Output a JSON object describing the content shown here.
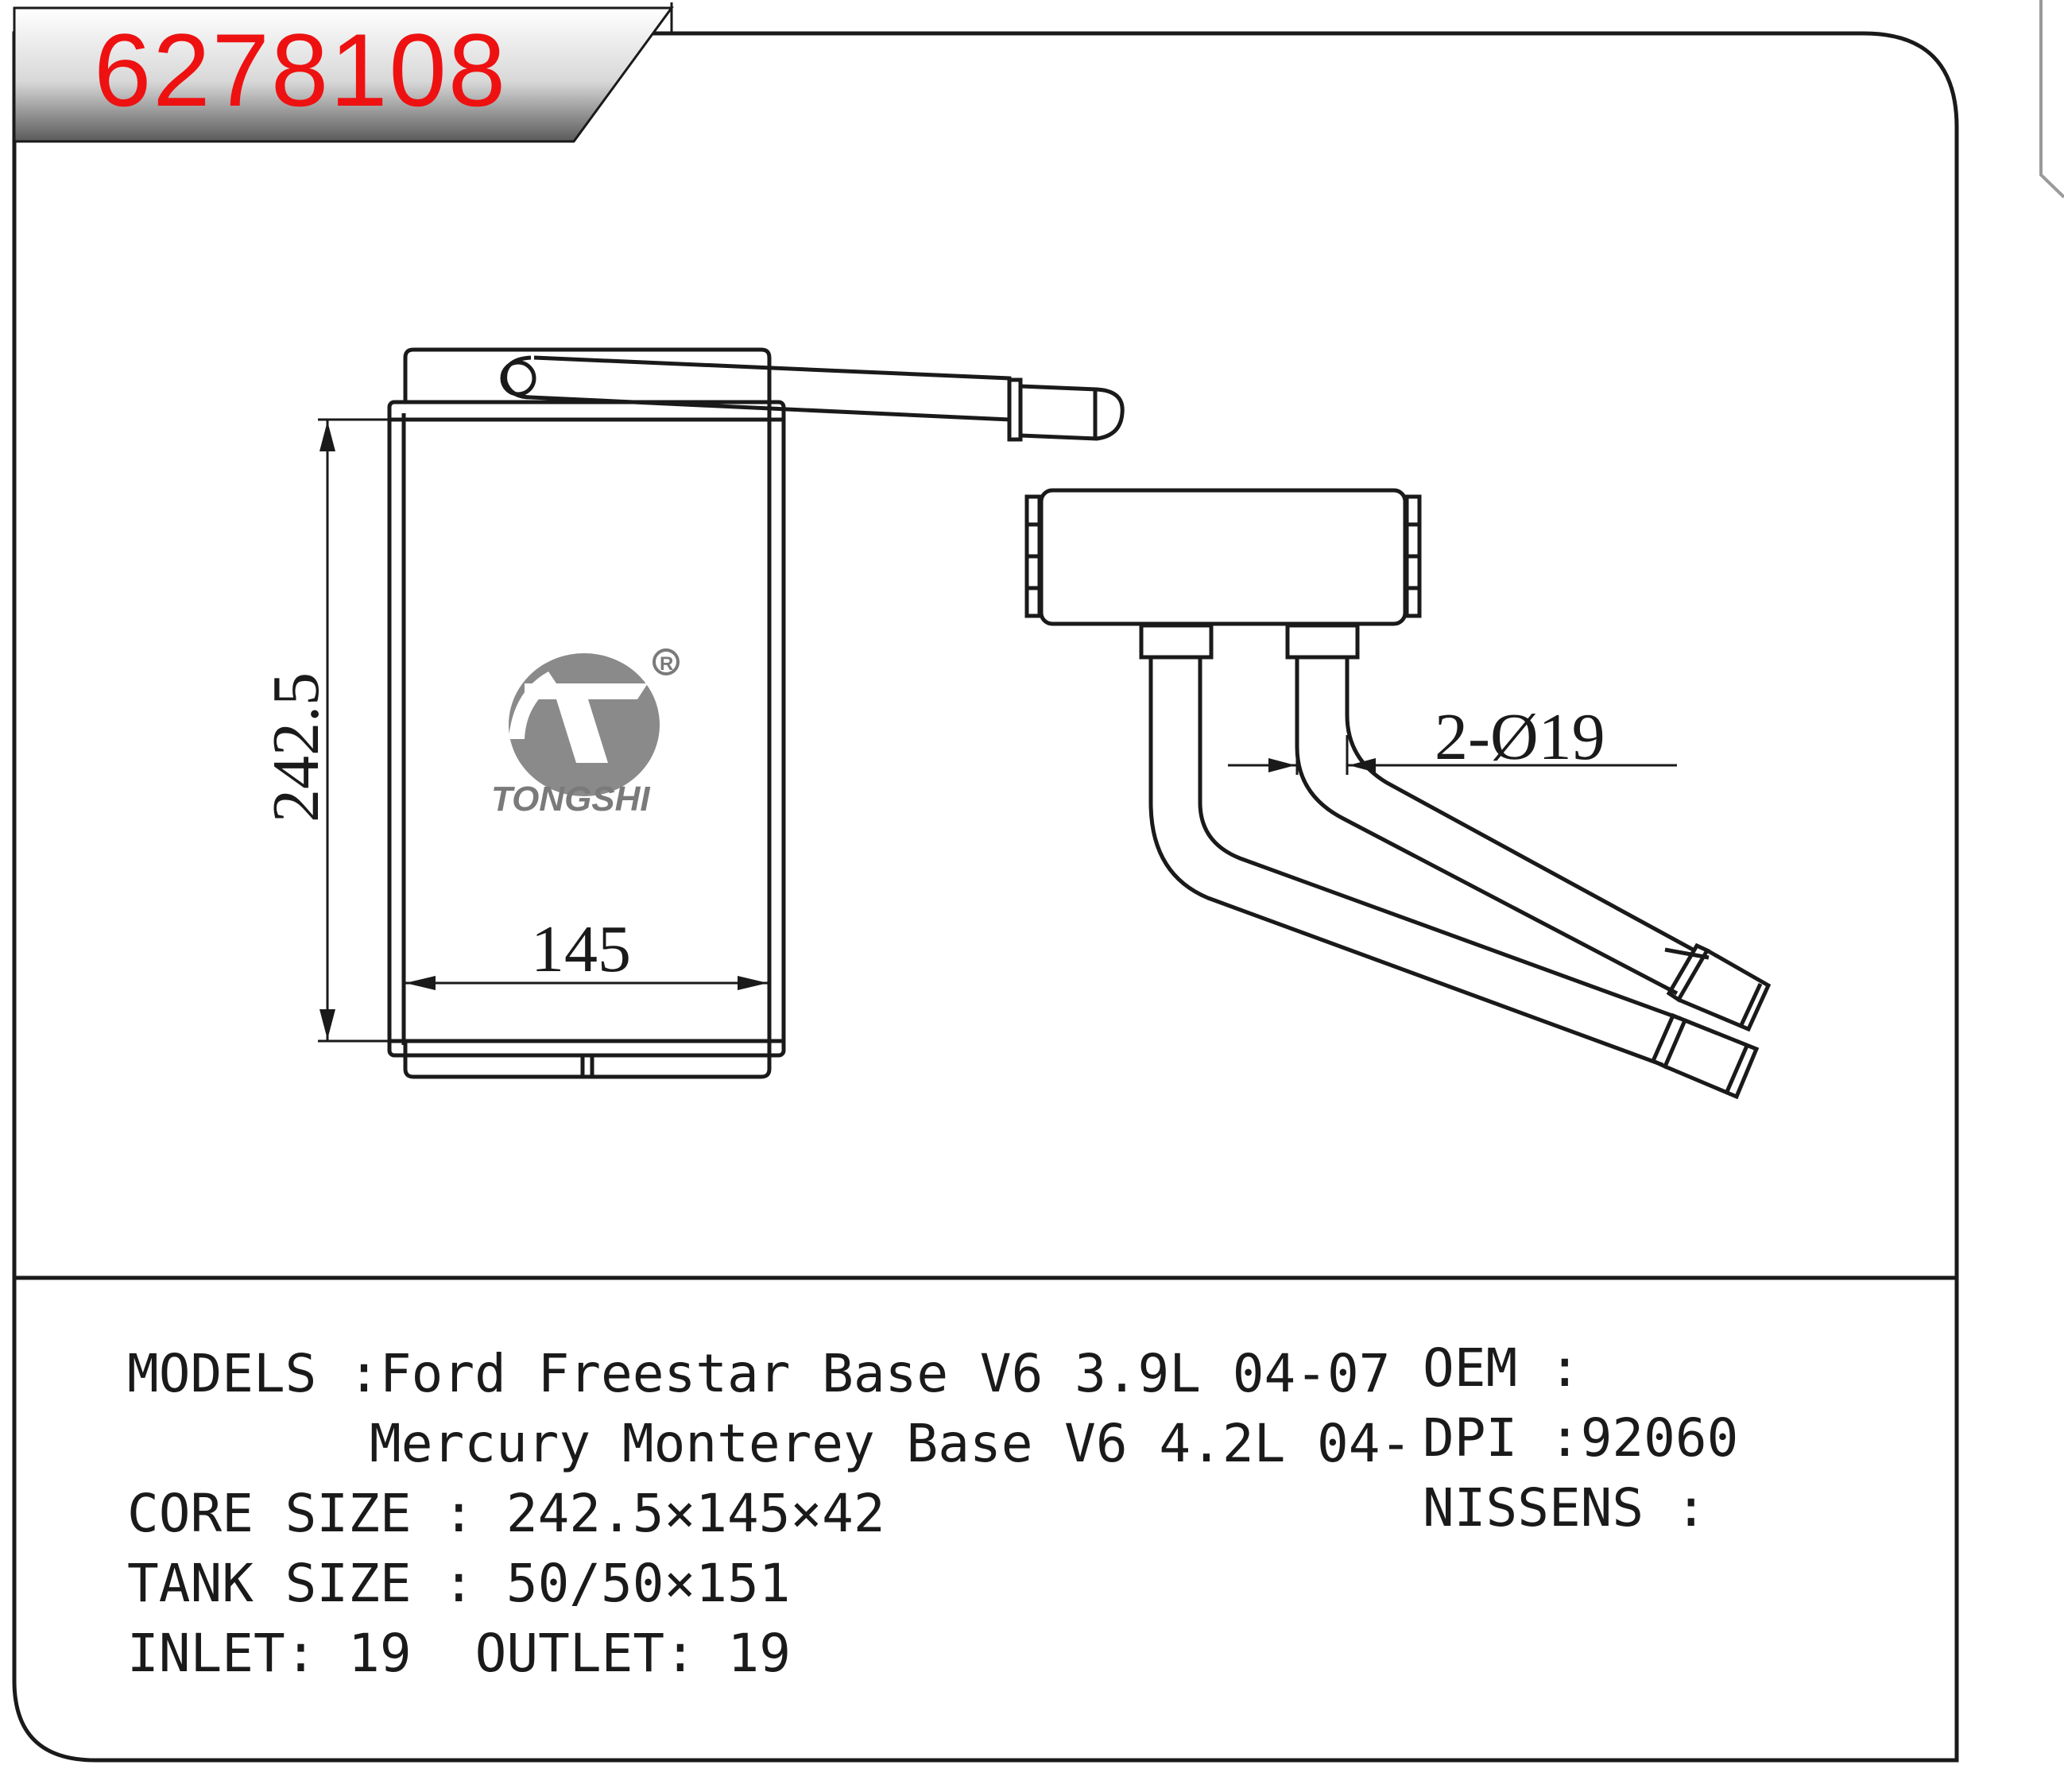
{
  "part_number": "6278108",
  "logo": {
    "brand": "TONGSHI",
    "registered_mark": "®"
  },
  "dimensions": {
    "height": "242.5",
    "width": "145",
    "pipe": "2-Ø19"
  },
  "specs": {
    "models_label": "MODELS :",
    "models_line1": "Ford Freestar Base V6 3.9L 04-07",
    "models_line2": "Mercury Monterey Base V6 4.2L 04-",
    "core_size_label": "CORE SIZE : ",
    "core_size_value": "242.5×145×42",
    "tank_size_label": "TANK SIZE : ",
    "tank_size_value": "50/50×151",
    "inlet_label": "INLET: ",
    "inlet_value": "19",
    "outlet_label": "OUTLET: ",
    "outlet_value": "19"
  },
  "references": {
    "oem_label": "OEM :",
    "oem_value": "",
    "dpi_label": "DPI :",
    "dpi_value": "92060",
    "nissens_label": "NISSENS :",
    "nissens_value": ""
  },
  "colors": {
    "badge_text": "#ee1111",
    "line": "#1a1a1a",
    "logo": "#7a7a7a"
  }
}
